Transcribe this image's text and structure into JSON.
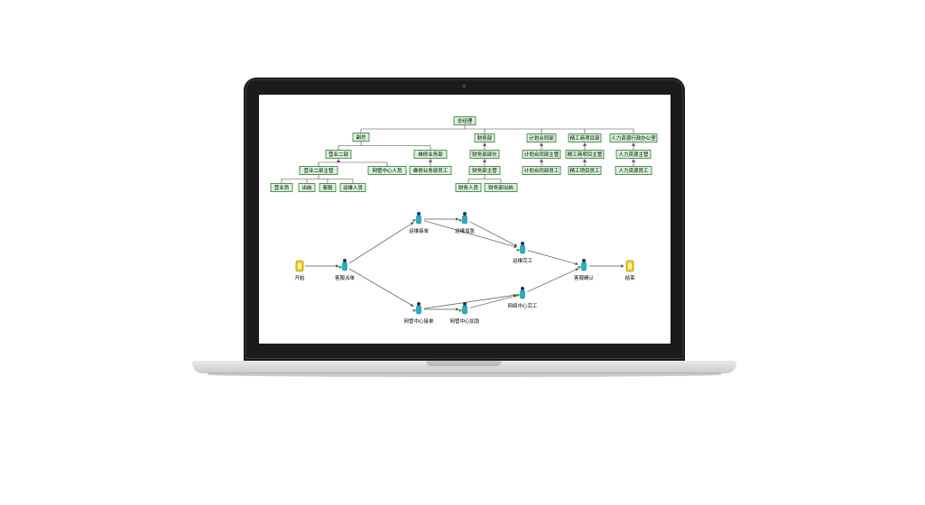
{
  "org_chart": {
    "nodes": [
      {
        "id": "gm",
        "label": "总经理"
      },
      {
        "id": "vp",
        "label": "副总"
      },
      {
        "id": "fin",
        "label": "财务部"
      },
      {
        "id": "plan",
        "label": "计划合同部"
      },
      {
        "id": "eng",
        "label": "精工商项目部"
      },
      {
        "id": "hr",
        "label": "人力资源行政办公室"
      },
      {
        "id": "biz2",
        "label": "营业二部"
      },
      {
        "id": "maint",
        "label": "维修业务部"
      },
      {
        "id": "finmgr",
        "label": "财务部部长"
      },
      {
        "id": "plansup",
        "label": "计划合同部主管"
      },
      {
        "id": "engsup",
        "label": "精工商项目主管"
      },
      {
        "id": "hrsup",
        "label": "人力资源主管"
      },
      {
        "id": "biz2sup",
        "label": "营业二部主管"
      },
      {
        "id": "netcenter",
        "label": "网管中心人员"
      },
      {
        "id": "maintstaff",
        "label": "维修业务部员工"
      },
      {
        "id": "finsup",
        "label": "财务部主管"
      },
      {
        "id": "planstaff",
        "label": "计划合同部员工"
      },
      {
        "id": "engstaff",
        "label": "精工项目员工"
      },
      {
        "id": "hrstaff",
        "label": "人力资源员工"
      },
      {
        "id": "sales",
        "label": "营业员"
      },
      {
        "id": "cashier",
        "label": "出纳"
      },
      {
        "id": "audit",
        "label": "客服"
      },
      {
        "id": "ops",
        "label": "运维人员"
      },
      {
        "id": "finstaff",
        "label": "财务人员"
      },
      {
        "id": "finout",
        "label": "财务部出纳"
      }
    ],
    "edges": [
      [
        "gm",
        "vp"
      ],
      [
        "gm",
        "fin"
      ],
      [
        "gm",
        "plan"
      ],
      [
        "gm",
        "eng"
      ],
      [
        "gm",
        "hr"
      ],
      [
        "vp",
        "biz2"
      ],
      [
        "vp",
        "maint"
      ],
      [
        "fin",
        "finmgr"
      ],
      [
        "plan",
        "plansup"
      ],
      [
        "eng",
        "engsup"
      ],
      [
        "hr",
        "hrsup"
      ],
      [
        "biz2",
        "biz2sup"
      ],
      [
        "biz2",
        "netcenter"
      ],
      [
        "maint",
        "maintstaff"
      ],
      [
        "finmgr",
        "finsup"
      ],
      [
        "plansup",
        "planstaff"
      ],
      [
        "engsup",
        "engstaff"
      ],
      [
        "hrsup",
        "hrstaff"
      ],
      [
        "biz2sup",
        "sales"
      ],
      [
        "biz2sup",
        "cashier"
      ],
      [
        "biz2sup",
        "audit"
      ],
      [
        "biz2sup",
        "ops"
      ],
      [
        "finsup",
        "finstaff"
      ],
      [
        "finsup",
        "finout"
      ]
    ]
  },
  "workflow": {
    "nodes": [
      {
        "id": "start",
        "label": "开始",
        "kind": "terminal"
      },
      {
        "id": "recv",
        "label": "客服派单",
        "kind": "task"
      },
      {
        "id": "ops_dispatch",
        "label": "运维接单",
        "kind": "task"
      },
      {
        "id": "ops_urgent",
        "label": "运维加急",
        "kind": "task"
      },
      {
        "id": "ops_done",
        "label": "运维完工",
        "kind": "task"
      },
      {
        "id": "net_dispatch",
        "label": "网管中心接单",
        "kind": "task"
      },
      {
        "id": "net_urgent",
        "label": "网管中心加急",
        "kind": "task"
      },
      {
        "id": "net_done",
        "label": "网络中心完工",
        "kind": "task"
      },
      {
        "id": "confirm",
        "label": "客服确认",
        "kind": "task"
      },
      {
        "id": "end",
        "label": "结束",
        "kind": "terminal"
      }
    ],
    "edges": [
      [
        "start",
        "recv"
      ],
      [
        "recv",
        "ops_dispatch"
      ],
      [
        "recv",
        "net_dispatch"
      ],
      [
        "ops_dispatch",
        "ops_urgent"
      ],
      [
        "ops_dispatch",
        "ops_done"
      ],
      [
        "ops_urgent",
        "ops_done"
      ],
      [
        "net_dispatch",
        "net_urgent"
      ],
      [
        "net_dispatch",
        "net_done"
      ],
      [
        "net_urgent",
        "net_done"
      ],
      [
        "ops_done",
        "confirm"
      ],
      [
        "net_done",
        "confirm"
      ],
      [
        "confirm",
        "end"
      ]
    ]
  },
  "colors": {
    "node_fill": "#d9f2d9",
    "node_stroke": "#2f7a2f",
    "line": "#444444",
    "collapse_marker": "#7a2a8c",
    "terminal_fill": "#f2d21a",
    "task_fill": "#22b0c8"
  }
}
